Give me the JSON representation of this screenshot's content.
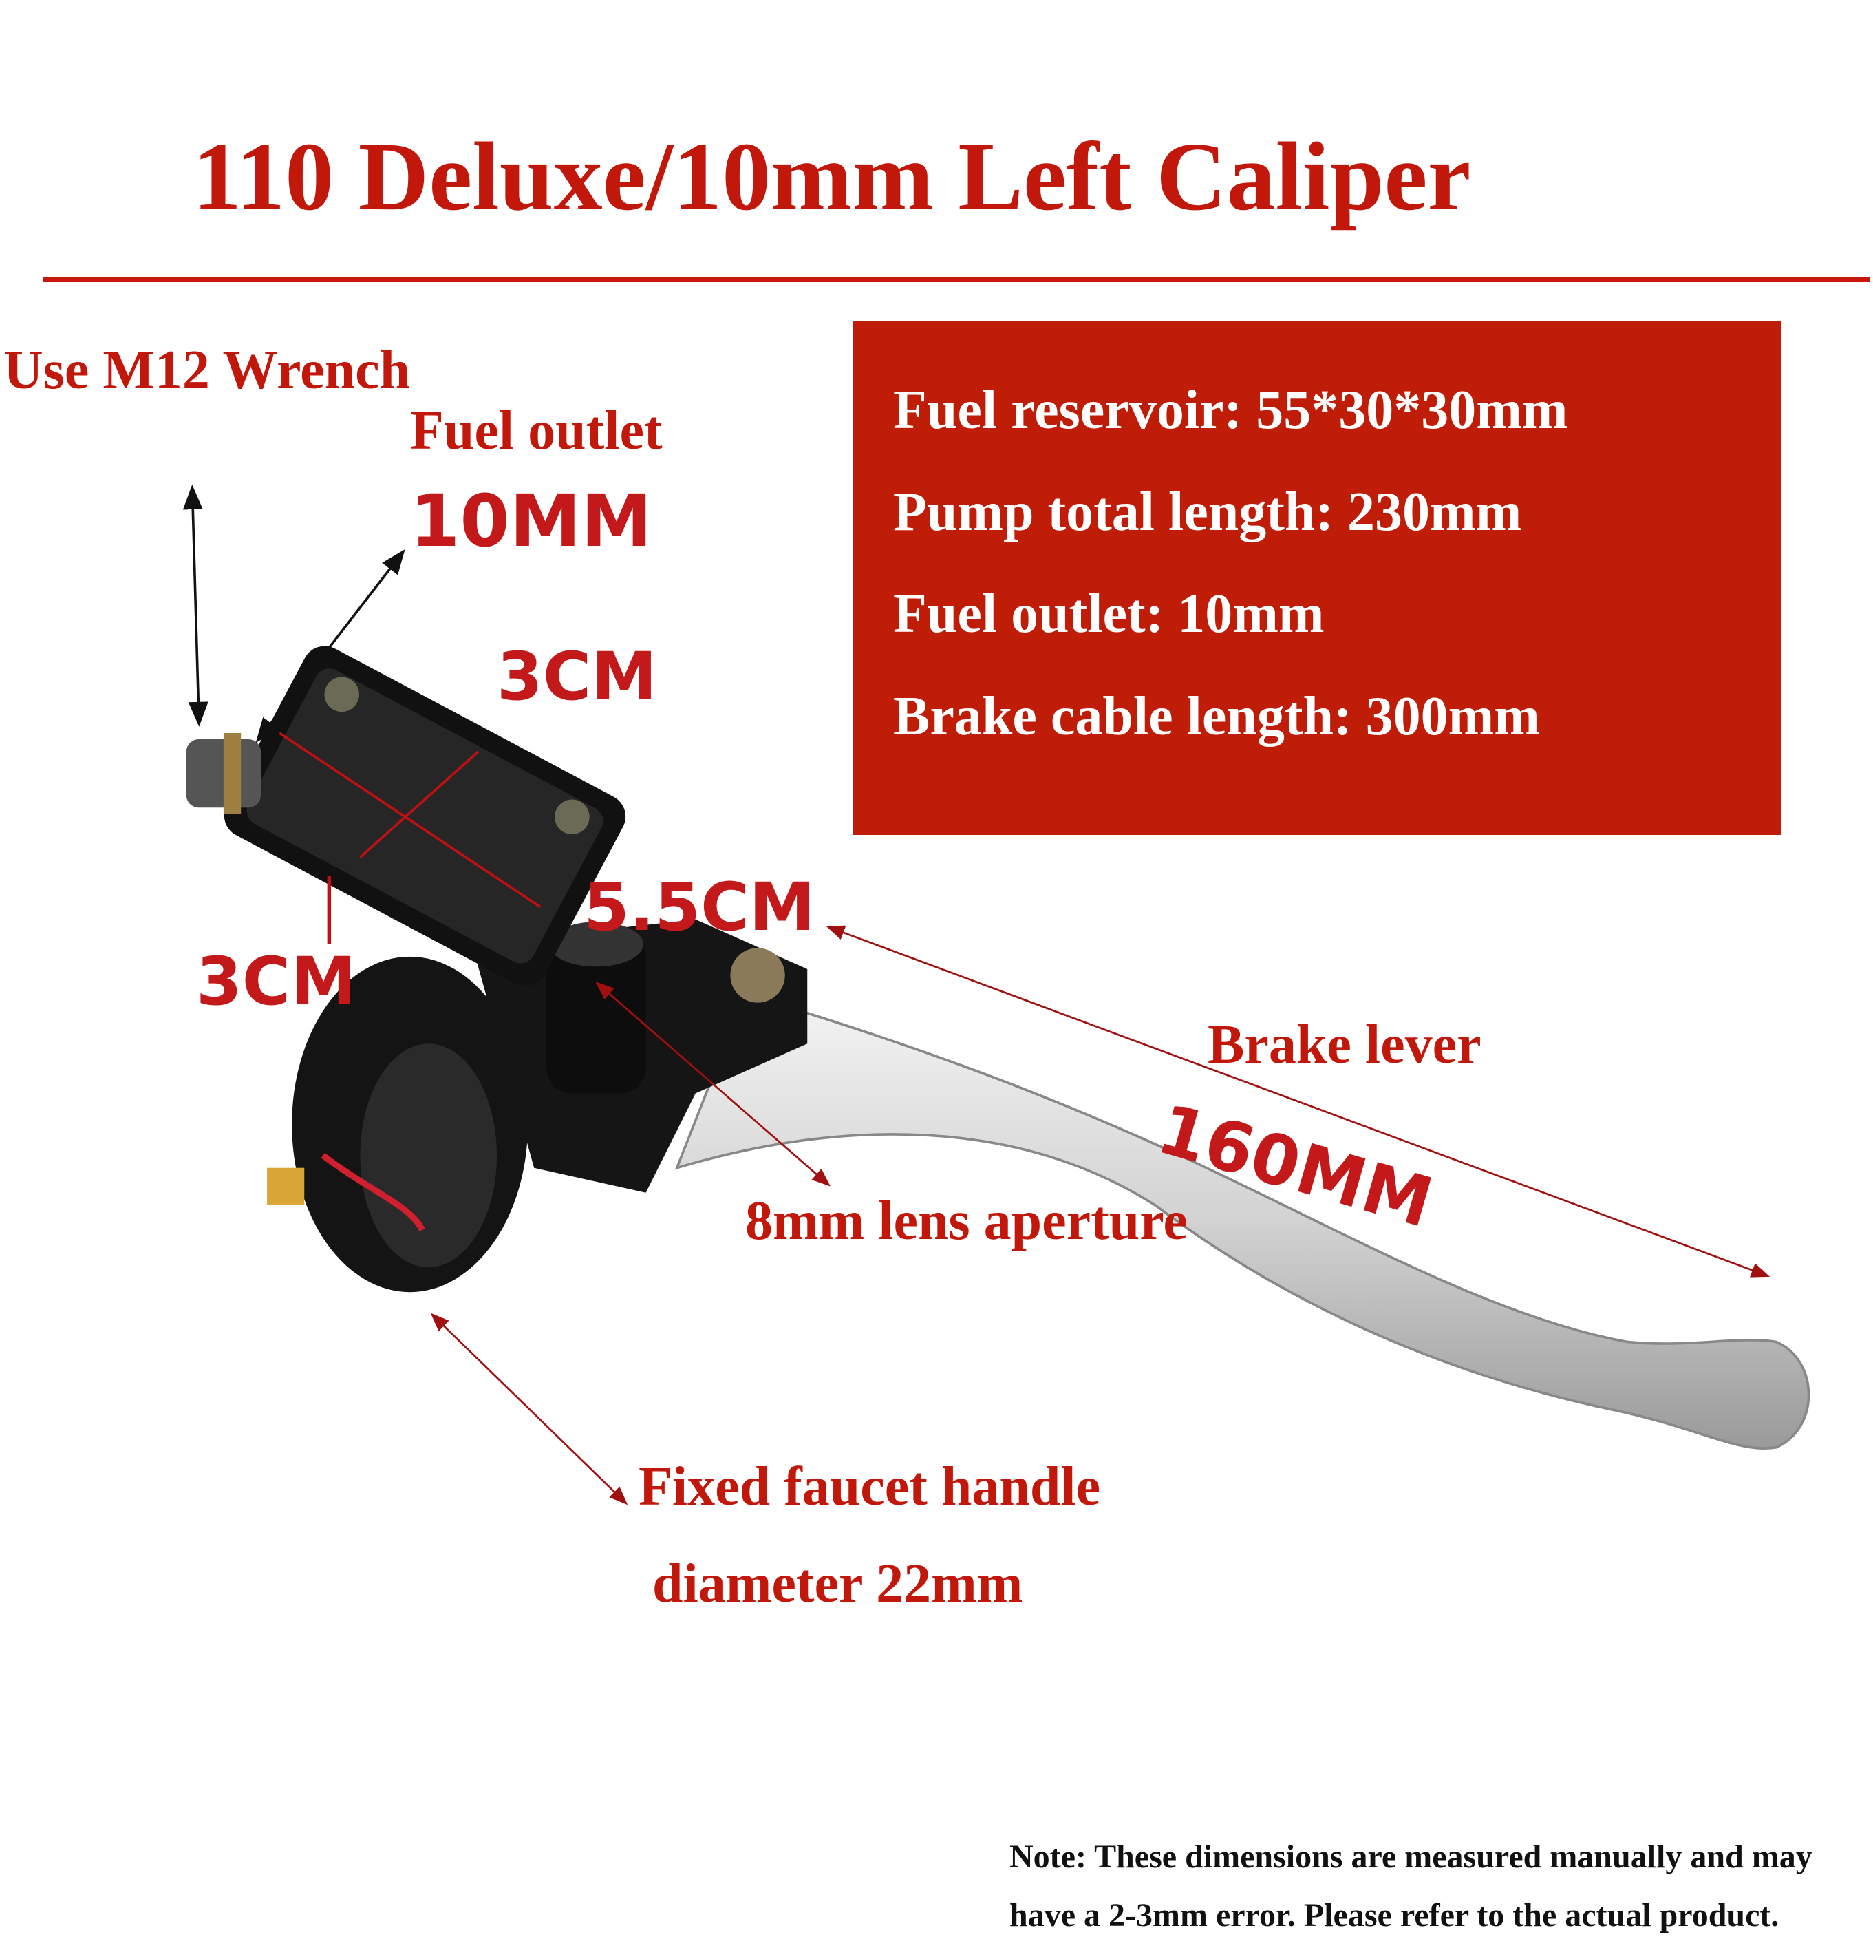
{
  "title": "110 Deluxe/10mm Left Caliper",
  "specs": [
    "Fuel reservoir: 55*30*30mm",
    "Pump total length: 230mm",
    "Fuel outlet: 10mm",
    "Brake cable length: 300mm"
  ],
  "labels": {
    "wrench": "Use M12 Wrench",
    "fuel_outlet": "Fuel outlet",
    "fuel_outlet_dim": "10MM",
    "reservoir_width": "3CM",
    "reservoir_length": "5.5CM",
    "reservoir_height": "3CM",
    "brake_lever": "Brake lever",
    "brake_lever_dim": "160MM",
    "lens_aperture": "8mm lens aperture",
    "handle_line1": "Fixed faucet handle",
    "handle_line2": "diameter 22mm"
  },
  "note": {
    "line1": "Note: These dimensions are measured manually and may",
    "line2": "have a 2-3mm error. Please refer to the actual product."
  },
  "colors": {
    "accent": "#c2180c",
    "box": "#c01d08"
  }
}
